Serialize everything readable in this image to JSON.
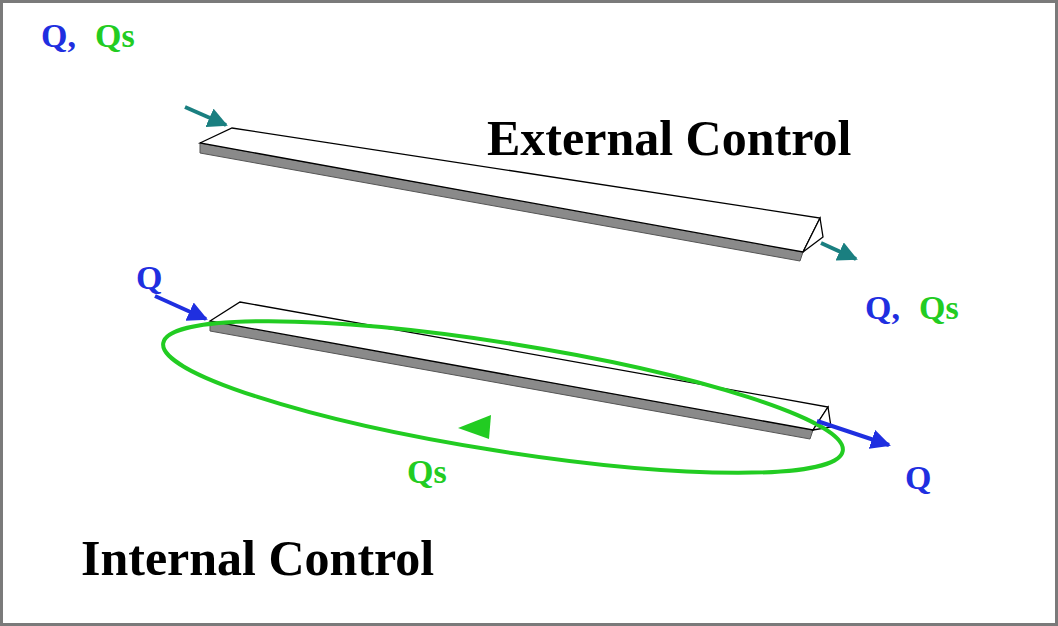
{
  "diagram": {
    "labels": [
      "Q,",
      "Qs",
      "External Control",
      "Q,",
      "Qs",
      "Q",
      "Qs",
      "Q",
      "Internal Control"
    ]
  }
}
